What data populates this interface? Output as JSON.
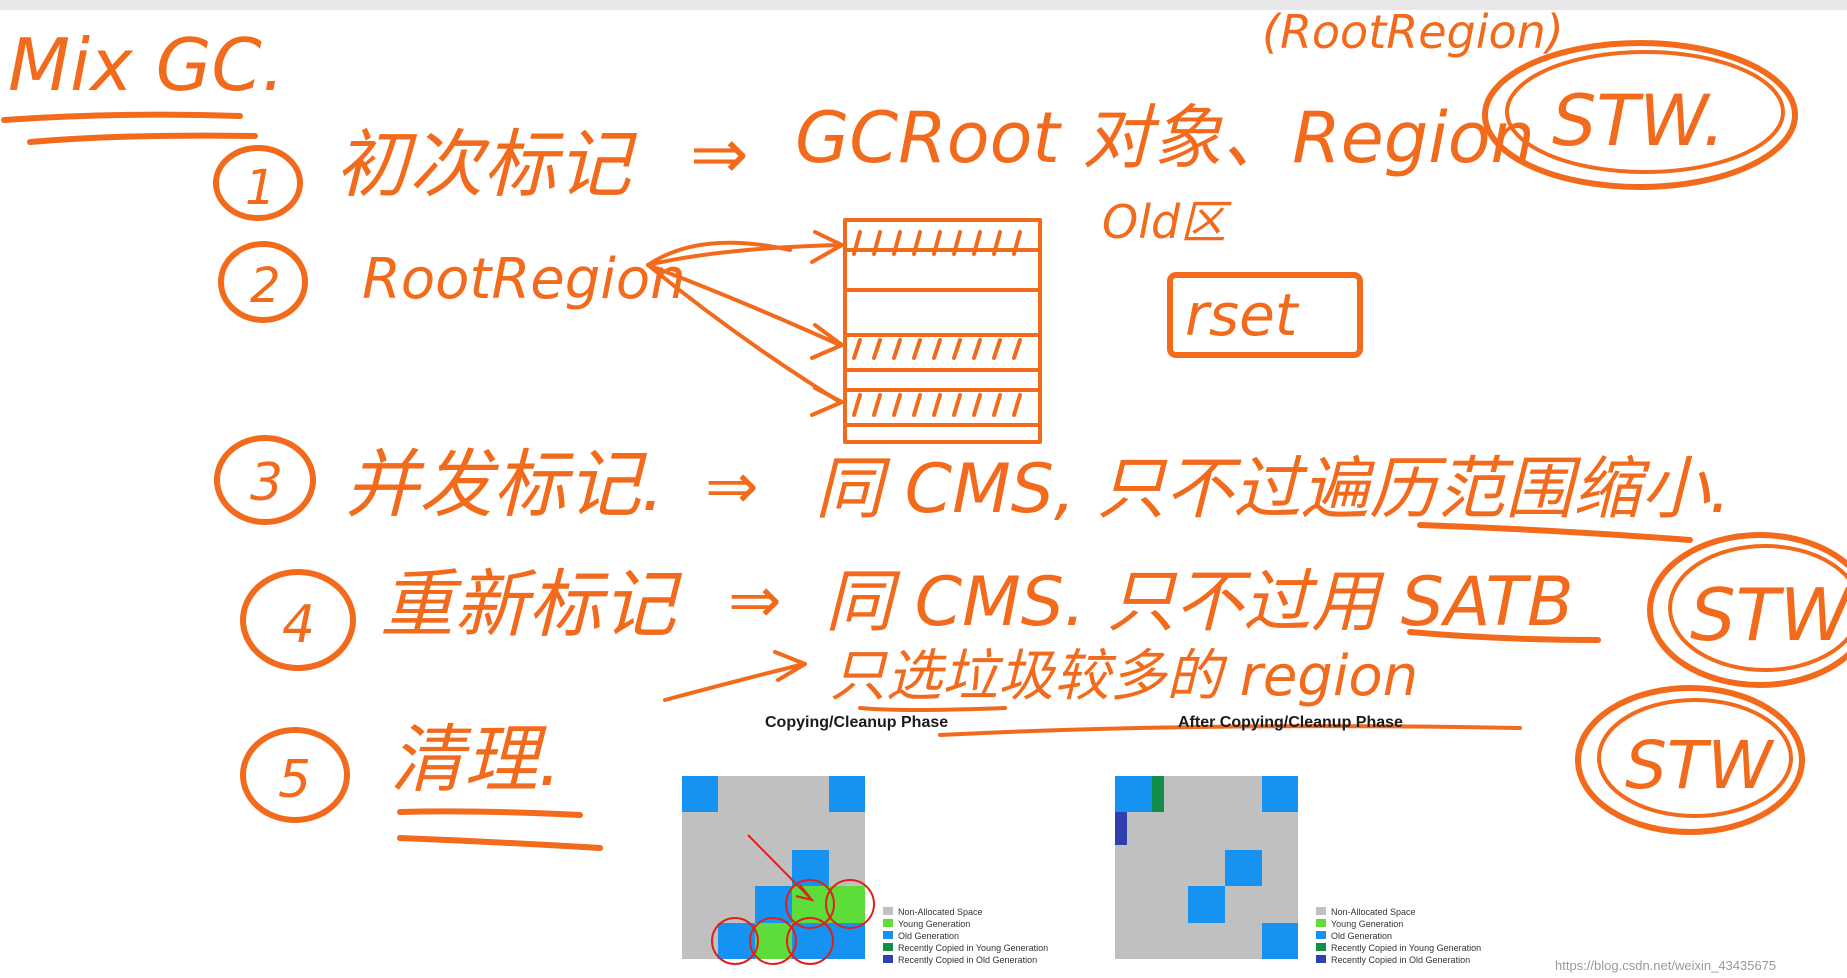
{
  "title": "Mix GC.",
  "root_region_note": "(RootRegion)",
  "stw_badges": [
    "STW.",
    "STW",
    "STW"
  ],
  "steps": [
    {
      "num": "1",
      "label": "初次标记",
      "arrow": "⇒",
      "detail": "GCRoot 对象、Region"
    },
    {
      "num": "2",
      "label": "RootRegion",
      "arrow": "",
      "detail": ""
    },
    {
      "num": "3",
      "label": "并发标记.",
      "arrow": "⇒",
      "detail": "同 CMS, 只不过遍历范围缩小."
    },
    {
      "num": "4",
      "label": "重新标记",
      "arrow": "⇒",
      "detail": "同 CMS. 只不过用 SATB"
    },
    {
      "num": "5",
      "label": "清理.",
      "arrow": "",
      "detail": ""
    }
  ],
  "old_region_label": "Old区",
  "rset_label": "rset",
  "step4_followup": "只选垃圾较多的 region",
  "figures": [
    {
      "title": "Copying/Cleanup Phase",
      "legend": [
        {
          "label": "Non-Allocated Space",
          "color": "#c0c0c0"
        },
        {
          "label": "Young Generation",
          "color": "#5ddc3a"
        },
        {
          "label": "Old Generation",
          "color": "#1592f2"
        },
        {
          "label": "Recently Copied in Young Generation",
          "color": "#0f8f4a"
        },
        {
          "label": "Recently Copied in Old Generation",
          "color": "#2f3fb0"
        }
      ]
    },
    {
      "title": "After Copying/Cleanup Phase",
      "legend": [
        {
          "label": "Non-Allocated Space",
          "color": "#c0c0c0"
        },
        {
          "label": "Young Generation",
          "color": "#5ddc3a"
        },
        {
          "label": "Old Generation",
          "color": "#1592f2"
        },
        {
          "label": "Recently Copied in Young Generation",
          "color": "#0f8f4a"
        },
        {
          "label": "Recently Copied in Old Generation",
          "color": "#2f3fb0"
        }
      ]
    }
  ],
  "watermark": "https://blog.csdn.net/weixin_43435675",
  "colors": {
    "ink": "#f26a1b",
    "annotation_red": "#e0201c",
    "background": "#ffffff"
  }
}
